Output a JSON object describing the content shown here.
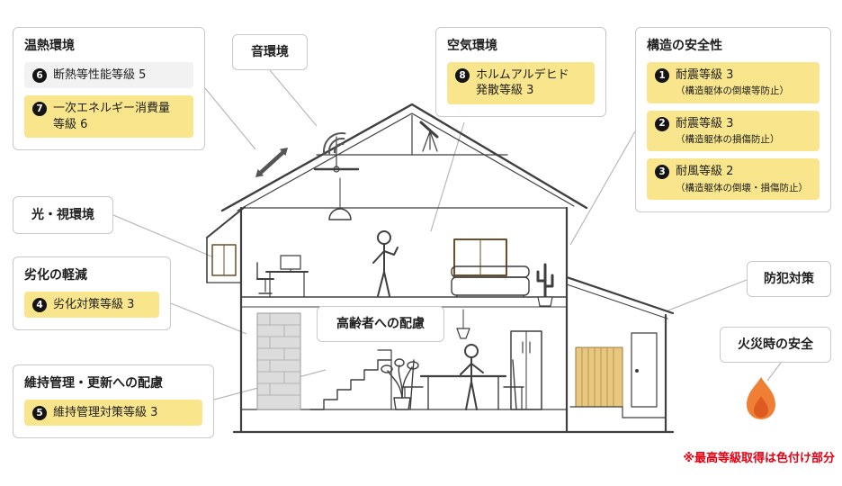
{
  "note": {
    "text": "※最高等級取得は色付け部分"
  },
  "colors": {
    "highlight": "#F8E58C",
    "muted_item": "#F2F2F2",
    "accent_red": "#E60012",
    "flame_outer": "#EF7F35",
    "flame_inner": "#DD5A20",
    "wood": "#E8C87E"
  },
  "icons": {
    "flame": "flame-icon",
    "sound_waves": "sound-waves-icon",
    "double_arrow": "double-arrow-icon"
  },
  "boxes": {
    "thermal": {
      "title": "温熱環境",
      "items": [
        {
          "num": "6",
          "label": "断熱等性能等級 5",
          "highlight": false
        },
        {
          "num": "7",
          "label": "一次エネルギー消費量\n等級 6",
          "highlight": true
        }
      ]
    },
    "sound": {
      "title": "音環境"
    },
    "air": {
      "title": "空気環境",
      "items": [
        {
          "num": "8",
          "label": "ホルムアルデヒド\n発散等級 3",
          "highlight": true
        }
      ]
    },
    "structure": {
      "title": "構造の安全性",
      "items": [
        {
          "num": "1",
          "label": "耐震等級 3",
          "sub": "（構造躯体の倒壊等防止）",
          "highlight": true
        },
        {
          "num": "2",
          "label": "耐震等級 3",
          "sub": "（構造躯体の損傷防止）",
          "highlight": true
        },
        {
          "num": "3",
          "label": "耐風等級 2",
          "sub": "（構造躯体の倒壊・損傷防止）",
          "highlight": true
        }
      ]
    },
    "light": {
      "title": "光・視環境"
    },
    "deterioration": {
      "title": "劣化の軽減",
      "items": [
        {
          "num": "4",
          "label": "劣化対策等級 3",
          "highlight": true
        }
      ]
    },
    "maintenance": {
      "title": "維持管理・更新への配慮",
      "items": [
        {
          "num": "5",
          "label": "維持管理対策等級 3",
          "highlight": true
        }
      ]
    },
    "elderly": {
      "title": "高齢者への配慮"
    },
    "security": {
      "title": "防犯対策"
    },
    "fire": {
      "title": "火災時の安全"
    }
  }
}
